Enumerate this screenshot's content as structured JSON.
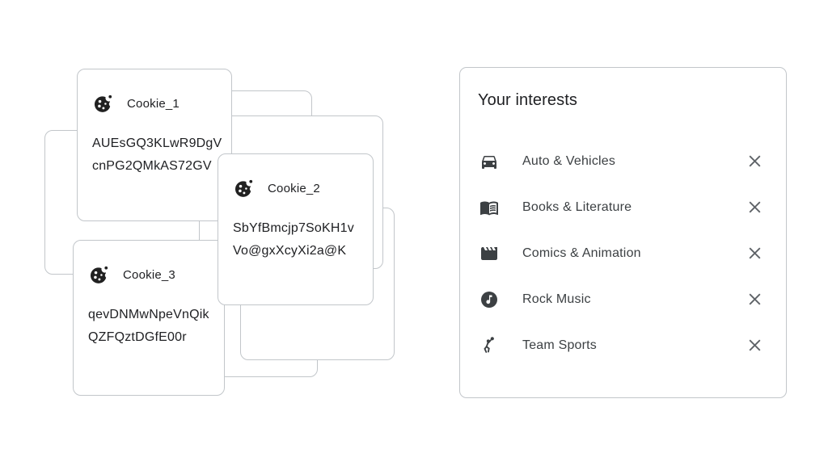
{
  "colors": {
    "card_border": "#c2c6ca",
    "text_primary": "#202124",
    "text_secondary": "#3c4043",
    "interest_icon": "#3c4043",
    "cookie_icon": "#212121",
    "close_icon": "#5f6368"
  },
  "cookie_cards": [
    {
      "icon": "cookie-icon",
      "name": "Cookie_1",
      "value_lines": [
        "AUEsGQ3KLwR9DgV",
        "cnPG2QMkAS72GV"
      ]
    },
    {
      "icon": "cookie-icon",
      "name": "Cookie_2",
      "value_lines": [
        "SbYfBmcjp7SoKH1v",
        "Vo@gxXcyXi2a@K"
      ]
    },
    {
      "icon": "cookie-icon",
      "name": "Cookie_3",
      "value_lines": [
        "qevDNMwNpeVnQik",
        "QZFQztDGfE00r"
      ]
    }
  ],
  "interests_panel": {
    "title": "Your interests",
    "items": [
      {
        "icon": "car-icon",
        "label": "Auto & Vehicles"
      },
      {
        "icon": "book-icon",
        "label": "Books & Literature"
      },
      {
        "icon": "movie-icon",
        "label": "Comics & Animation"
      },
      {
        "icon": "music-icon",
        "label": "Rock Music"
      },
      {
        "icon": "handball-icon",
        "label": "Team Sports"
      }
    ]
  }
}
